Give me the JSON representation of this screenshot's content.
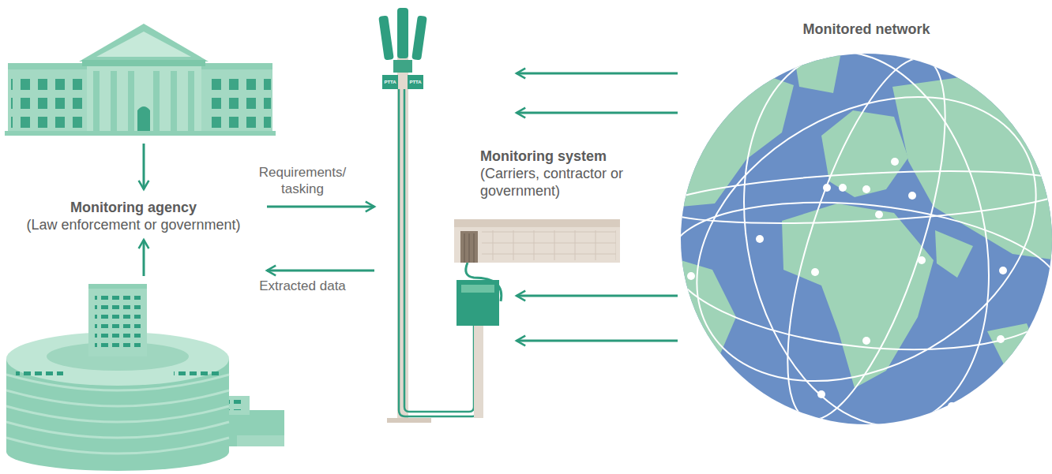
{
  "diagram": {
    "nodes": [
      {
        "text": [
          "Monitoring agency",
          "(Law enforcement or government)"
        ]
      },
      {
        "text": [
          "Monitoring system",
          "(Carriers, contractor or government)"
        ]
      },
      {
        "text": [
          "Monitored network"
        ]
      }
    ],
    "edges": [
      {
        "from": 0,
        "to": 1,
        "label": "Requirements/ tasking",
        "arrow": "to"
      },
      {
        "from": 1,
        "to": 0,
        "label": "Extracted data",
        "arrow": "to"
      },
      {
        "from": 2,
        "to": 1,
        "arrow": "to"
      },
      {
        "from": 2,
        "to": 1,
        "arrow": "to"
      },
      {
        "from": 2,
        "to": 1,
        "arrow": "to"
      },
      {
        "from": 2,
        "to": 1,
        "arrow": "to"
      }
    ],
    "labels": [
      "PTTA",
      "PTTA"
    ]
  }
}
